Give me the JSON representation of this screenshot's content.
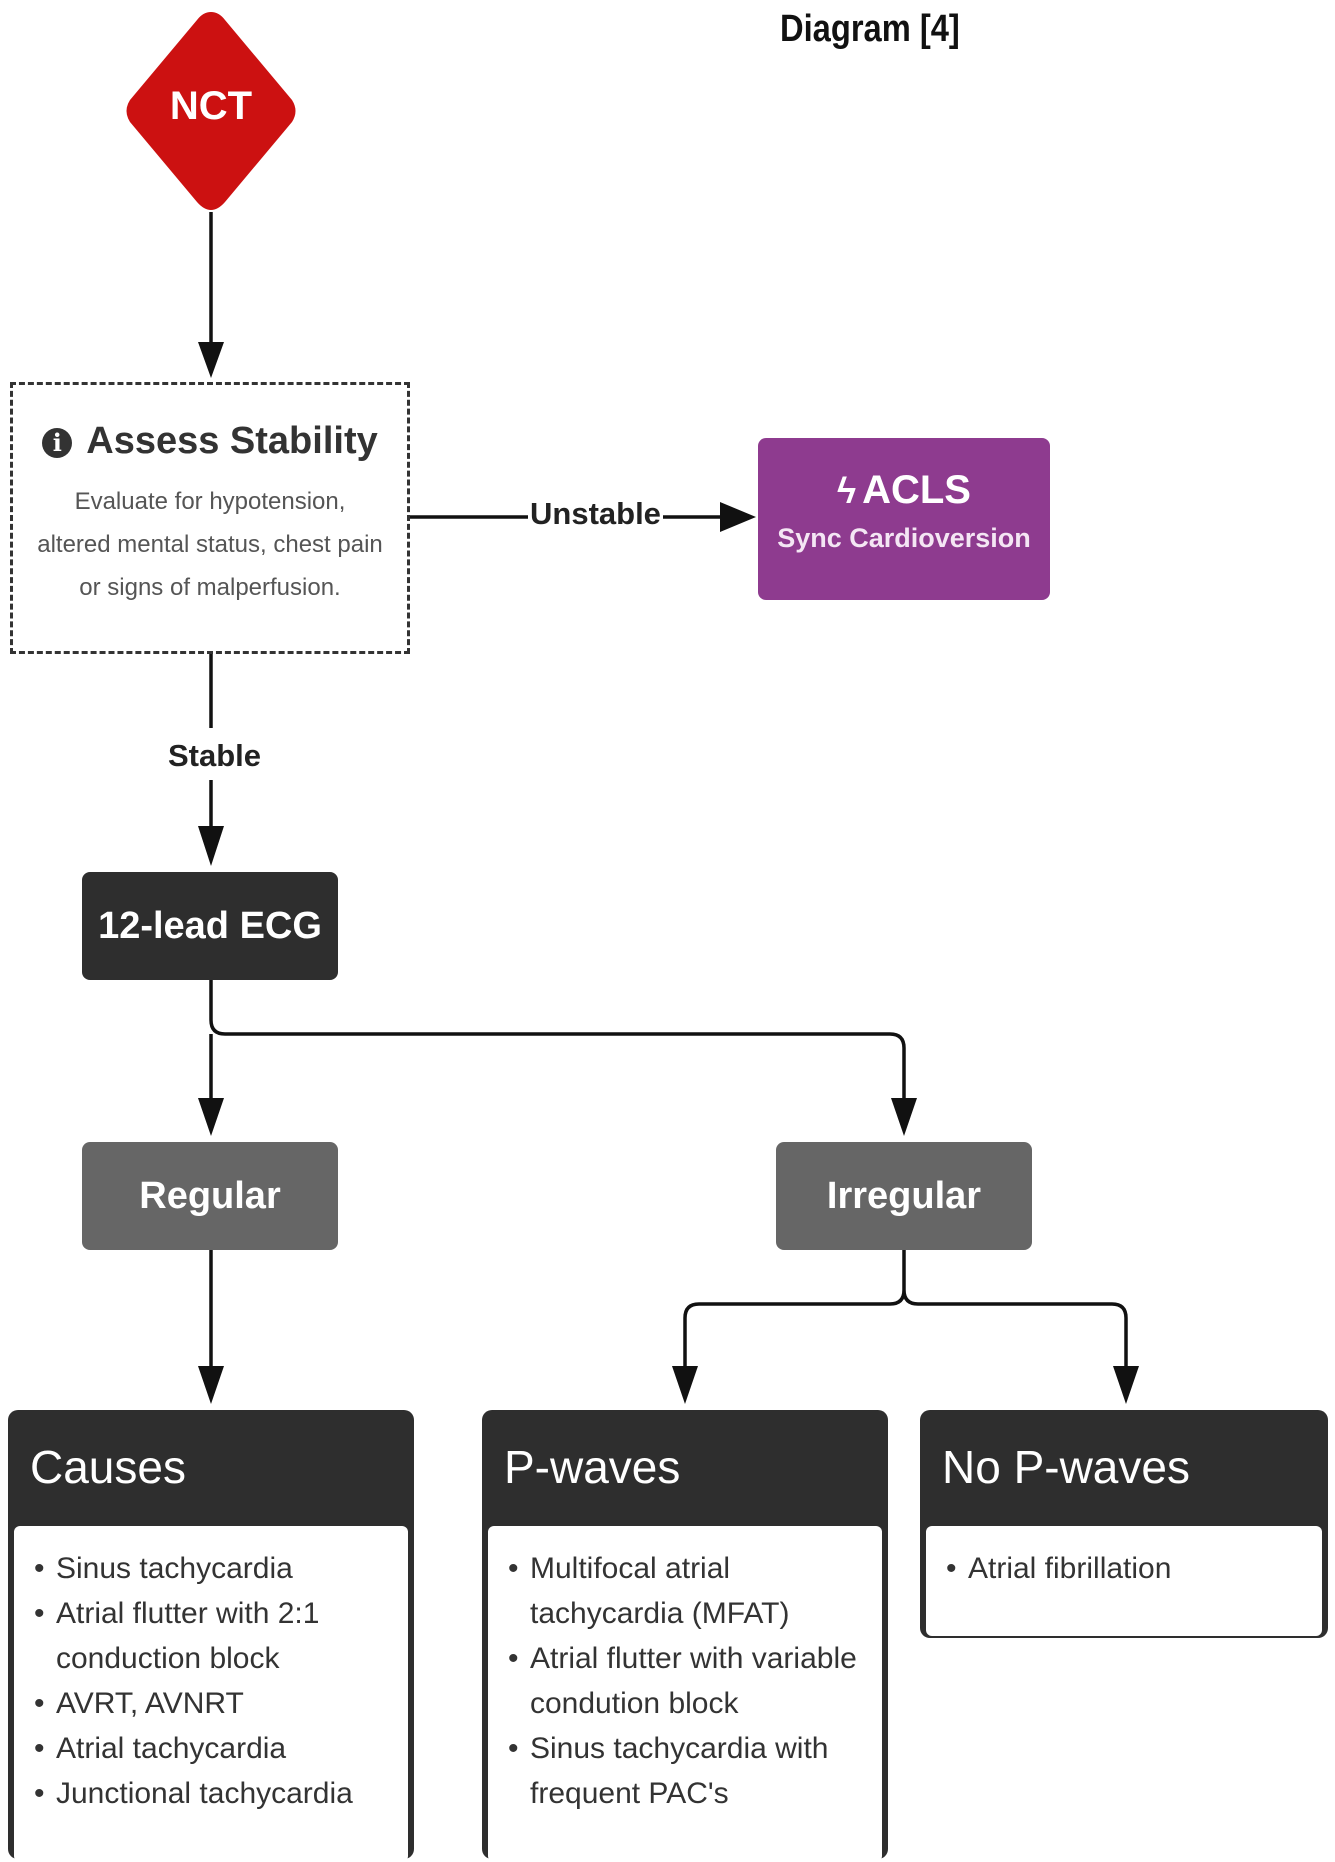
{
  "title": "Diagram  [4]",
  "nodes": {
    "nct": "NCT",
    "assess": {
      "title": "Assess Stability",
      "lines": [
        "Evaluate for hypotension,",
        "altered mental status, chest pain",
        "or signs of malperfusion."
      ]
    },
    "acls": {
      "title": "ACLS",
      "subtitle": "Sync Cardioversion"
    },
    "ecg": "12-lead ECG",
    "regular": "Regular",
    "irregular": "Irregular"
  },
  "edges": {
    "unstable": "Unstable",
    "stable": "Stable"
  },
  "panels": {
    "causes": {
      "header": "Causes",
      "items": [
        [
          "Sinus tachycardia"
        ],
        [
          "Atrial flutter with 2:1",
          "conduction block"
        ],
        [
          "AVRT, AVNRT"
        ],
        [
          "Atrial tachycardia"
        ],
        [
          "Junctional tachycardia"
        ]
      ]
    },
    "pwaves": {
      "header": "P-waves",
      "items": [
        [
          "Multifocal atrial",
          "tachycardia (MFAT)"
        ],
        [
          "Atrial flutter with variable",
          "condution block"
        ],
        [
          "Sinus tachycardia with",
          "frequent PAC's"
        ]
      ]
    },
    "nopwaves": {
      "header": "No P-waves",
      "items": [
        [
          "Atrial fibrillation"
        ]
      ]
    }
  },
  "colors": {
    "nct": "#cc1111",
    "acls": "#8e3b8f",
    "dark_box": "#2e2e2e",
    "gray_box": "#666666",
    "line": "#111111"
  },
  "icons": {
    "assess": "info-circle-icon",
    "acls": "lightning-bolt-icon"
  }
}
